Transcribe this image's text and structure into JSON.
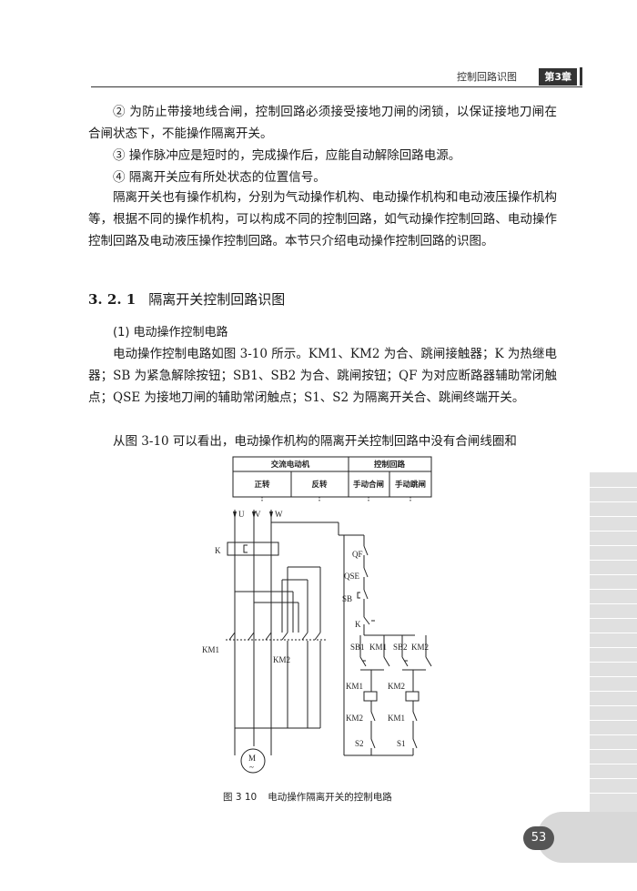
{
  "header": {
    "title": "控制回路识图",
    "chapter": "第3章"
  },
  "paragraphs": {
    "p1": "② 为防止带接地线合闸，控制回路必须接受接地刀闸的闭锁，以保证接地刀闸在合闸状态下，不能操作隔离开关。",
    "p2": "③ 操作脉冲应是短时的，完成操作后，应能自动解除回路电源。",
    "p3": "④ 隔离开关应有所处状态的位置信号。",
    "p4": "隔离开关也有操作机构，分别为气动操作机构、电动操作机构和电动液压操作机构等，根据不同的操作机构，可以构成不同的控制回路，如气动操作控制回路、电动操作控制回路及电动液压操作控制回路。本节只介绍电动操作控制回路的识图。",
    "p5": "电动操作控制电路如图 3-10 所示。KM1、KM2 为合、跳闸接触器；K 为热继电器；SB 为紧急解除按钮；SB1、SB2 为合、跳闸按钮；QF 为对应断路器辅助常闭触点；QSE 为接地刀闸的辅助常闭触点；S1、S2 为隔离开关合、跳闸终端开关。",
    "p6": "从图 3-10 可以看出，电动操作机构的隔离开关控制回路中没有合闸线圈和"
  },
  "section": {
    "number": "3. 2. 1",
    "title": "隔离开关控制回路识图"
  },
  "subsection": {
    "title": "(1) 电动操作控制电路"
  },
  "figure": {
    "table_headers": {
      "motor": "交流电动机",
      "control": "控制回路",
      "forward": "正转",
      "reverse": "反转",
      "manual_close": "手动合闸",
      "manual_trip": "手动跳闸"
    },
    "labels": {
      "u": "U",
      "v": "V",
      "w": "W",
      "k": "K",
      "km1_main": "KM1",
      "km2_main": "KM2",
      "motor": "M",
      "motor_ac": "~",
      "qf": "QF",
      "qse": "QSE",
      "sb": "SB",
      "k_ctrl": "K",
      "sb1": "SB1",
      "km1_aux": "KM1",
      "sb2": "SB2",
      "km2_aux": "KM2",
      "km1_coil": "KM1",
      "km2_coil": "KM2",
      "km2_int": "KM2",
      "km1_int": "KM1",
      "s2": "S2",
      "s1": "S1"
    },
    "caption_number": "图 3 10",
    "caption_title": "电动操作隔离开关的控制电路"
  },
  "page_number": "53"
}
